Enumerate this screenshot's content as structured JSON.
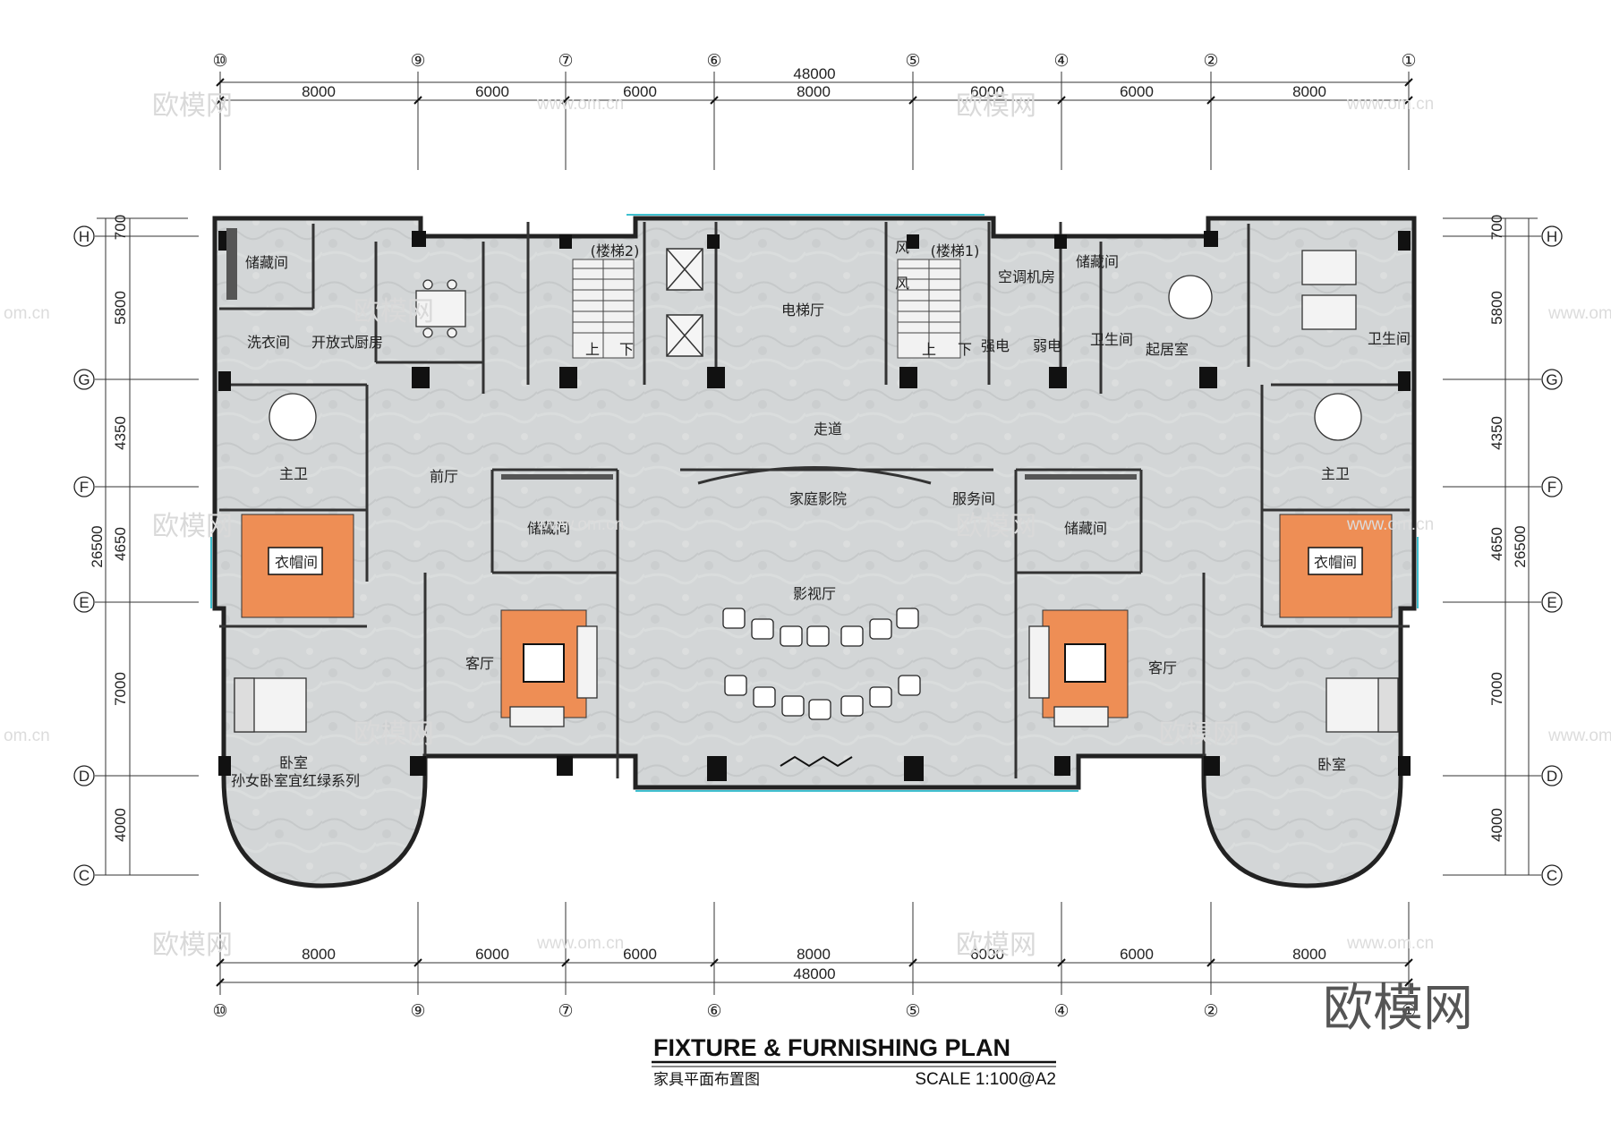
{
  "title": {
    "main": "FIXTURE & FURNISHING PLAN",
    "sub": "家具平面布置图",
    "scale": "SCALE  1:100@A2"
  },
  "brand": "欧模网",
  "watermark": {
    "cn": "欧模网",
    "url": "www.om.cn",
    "short": "om.cn"
  },
  "axes": {
    "top": [
      "⑩",
      "⑨",
      "⑦",
      "⑥",
      "⑤",
      "④",
      "②",
      "①"
    ],
    "bottom": [
      "⑩",
      "⑨",
      "⑦",
      "⑥",
      "⑤",
      "④",
      "②",
      "①"
    ],
    "left": [
      "H",
      "G",
      "F",
      "E",
      "D",
      "C"
    ],
    "right": [
      "H",
      "G",
      "F",
      "E",
      "D",
      "C"
    ]
  },
  "dimensions": {
    "top_total": "48000",
    "top_segments": [
      "8000",
      "6000",
      "6000",
      "8000",
      "6000",
      "6000",
      "8000"
    ],
    "bottom_total": "48000",
    "bottom_segments": [
      "8000",
      "6000",
      "6000",
      "8000",
      "6000",
      "6000",
      "8000"
    ],
    "left_total": "26500",
    "left_segments": [
      "700",
      "5800",
      "4350",
      "4650",
      "7000",
      "4000"
    ],
    "right_total": "26500",
    "right_segments": [
      "700",
      "5800",
      "4350",
      "4650",
      "7000",
      "4000"
    ]
  },
  "rooms": {
    "storage_nw": "储藏间",
    "laundry": "洗衣间",
    "kitchen": "开放式厨房",
    "stair2": "(楼梯2)",
    "elevator_hall": "电梯厅",
    "stair1": "(楼梯1)",
    "ac_room": "空调机房",
    "storage_ne": "储藏间",
    "strong_elec": "强电",
    "weak_elec": "弱电",
    "wc_e": "卫生间",
    "living_ne": "起居室",
    "wc_ne": "卫生间",
    "corridor": "走道",
    "foyer": "前厅",
    "master_bath_w": "主卫",
    "master_bath_e": "主卫",
    "storage_cw": "储藏间",
    "home_theater": "家庭影院",
    "service": "服务间",
    "storage_ce": "储藏间",
    "closet_w": "衣帽间",
    "closet_e": "衣帽间",
    "av_hall": "影视厅",
    "living_w": "客厅",
    "living_e": "客厅",
    "bedroom_w": "卧室",
    "bedroom_w_note": "孙女卧室宜红绿系列",
    "bedroom_e": "卧室",
    "stair_up": "上",
    "stair_down": "下",
    "wind": "风"
  },
  "colors": {
    "floor": "#d4d7d8",
    "wall": "#222222",
    "column": "#111111",
    "accent": "#ee8e55",
    "glass": "#3fc0cf"
  }
}
